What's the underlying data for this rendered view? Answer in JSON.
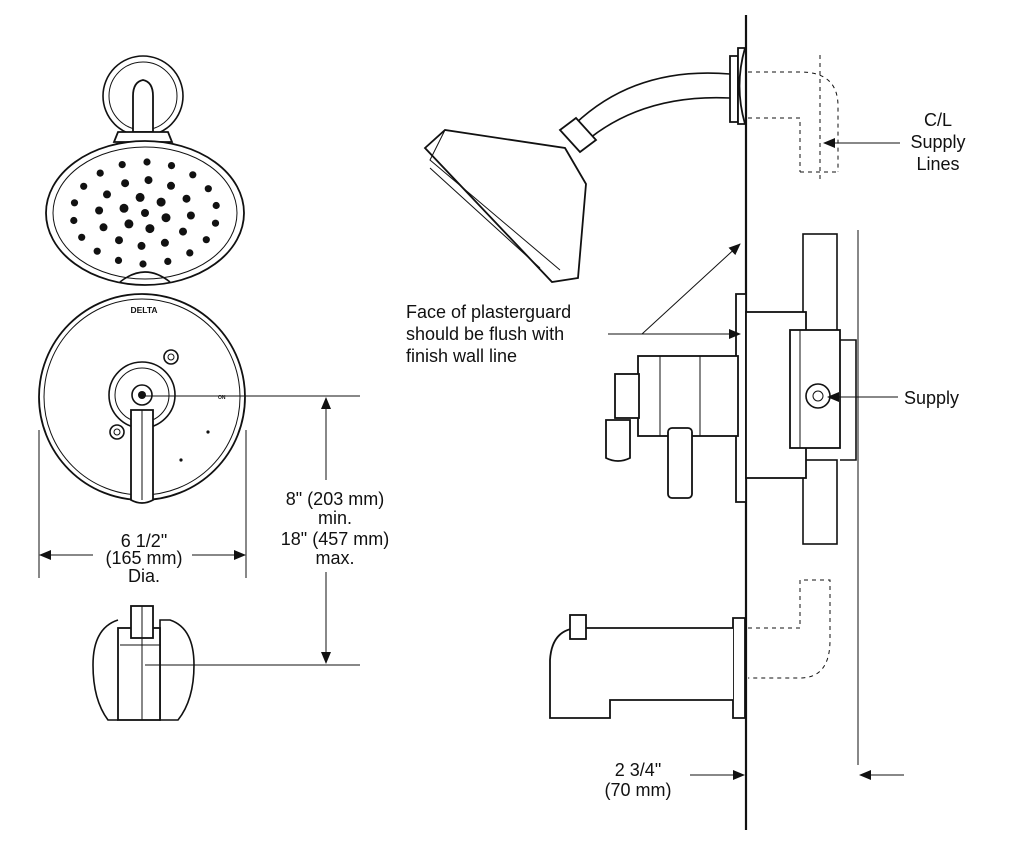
{
  "brand": "DELTA",
  "dial_mark": "ON",
  "dimensions": {
    "diameter": [
      "6 1/2\"",
      "(165 mm)",
      "Dia."
    ],
    "height": [
      "8\" (203 mm)",
      "min.",
      "18\" (457 mm)",
      "max."
    ],
    "depth": [
      "2 3/4\"",
      "(70 mm)"
    ]
  },
  "callouts": {
    "supply_lines": [
      "C/L",
      "Supply",
      "Lines"
    ],
    "plasterguard": [
      "Face of plasterguard",
      "should be flush with",
      "finish wall line"
    ],
    "supply": "Supply"
  }
}
